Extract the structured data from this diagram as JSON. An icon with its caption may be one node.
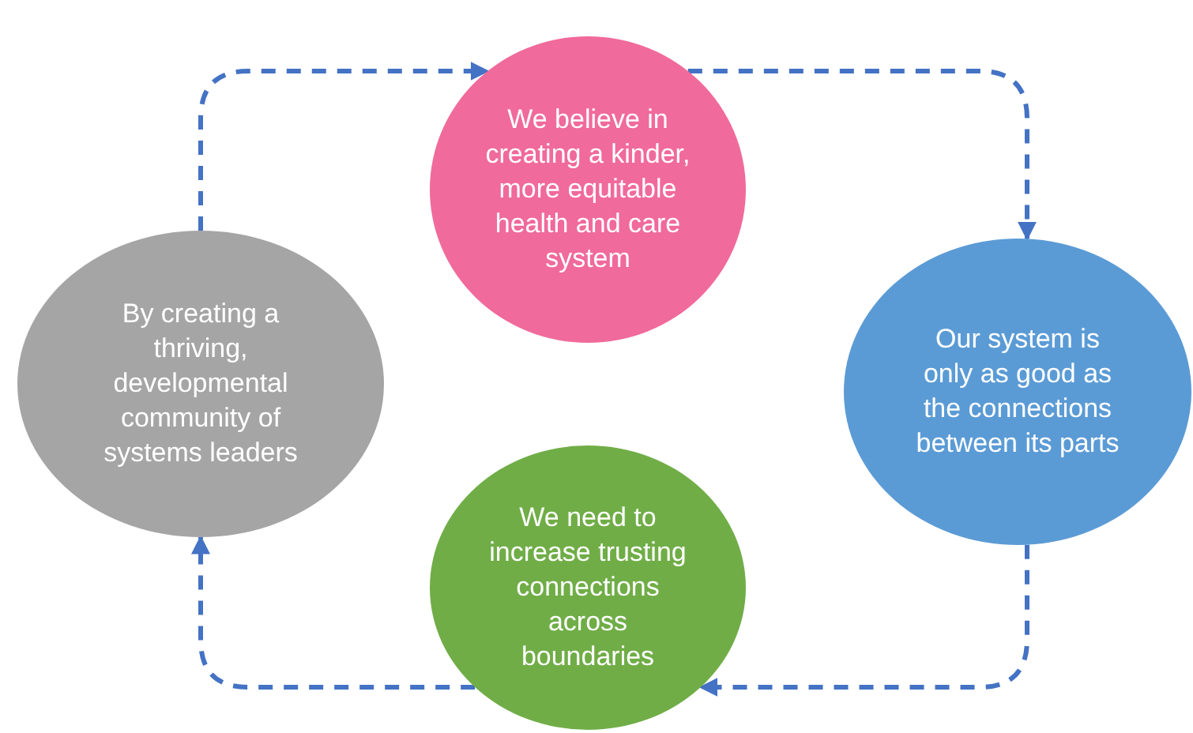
{
  "diagram": {
    "nodes": [
      {
        "text": [
          "We believe in creating a kinder, more equitable health and care system"
        ]
      },
      {
        "text": [
          "Our system is only as good as the connections between its parts"
        ]
      },
      {
        "text": [
          "We need to increase trusting connections across boundaries"
        ]
      },
      {
        "text": [
          "By creating a thriving, developmental community of systems leaders"
        ]
      }
    ],
    "edges": [
      {
        "from": 3,
        "to": 0,
        "arrow": "to",
        "style": "dashed"
      },
      {
        "from": 0,
        "to": 1,
        "arrow": "to",
        "style": "dashed"
      },
      {
        "from": 1,
        "to": 2,
        "arrow": "to",
        "style": "dashed"
      },
      {
        "from": 2,
        "to": 3,
        "arrow": "to",
        "style": "dashed"
      }
    ]
  }
}
